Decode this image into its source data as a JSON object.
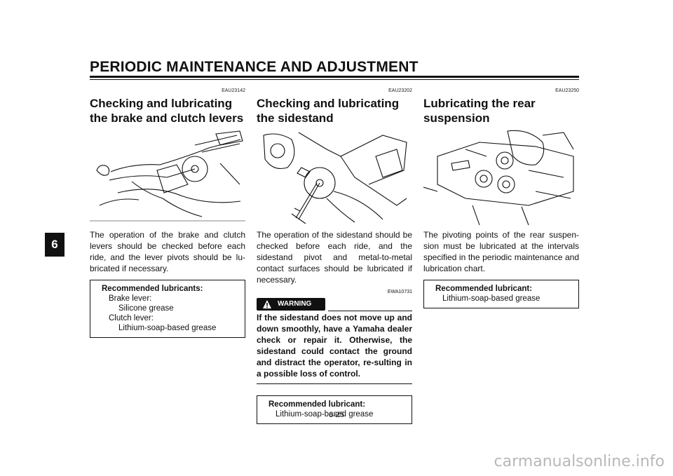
{
  "header": {
    "title": "PERIODIC MAINTENANCE AND ADJUSTMENT"
  },
  "chapter_tab": "6",
  "page_number": "6-25",
  "watermark": "carmanualsonline.info",
  "sections": [
    {
      "code": "EAU23142",
      "title": "Checking and lubricating the brake and clutch levers",
      "body": "The operation of the brake and clutch levers should be checked before each ride, and the lever pivots should be lu-bricated if necessary.",
      "lube_box": {
        "title": "Recommended lubricants:",
        "items": [
          "Brake lever:",
          "Silicone grease",
          "Clutch lever:",
          "Lithium-soap-based grease"
        ]
      }
    },
    {
      "code": "EAU23202",
      "title": "Checking and lubricating the sidestand",
      "body": "The operation of the sidestand should be checked before each ride, and the sidestand pivot and metal-to-metal contact surfaces should be lubricated if necessary.",
      "warning": {
        "code": "EWA10731",
        "label": "WARNING",
        "text": "If the sidestand does not move up and down smoothly, have a Yamaha dealer check or repair it. Otherwise, the sidestand could contact the ground and distract the operator, re-sulting in a possible loss of control."
      },
      "lube_box": {
        "title": "Recommended lubricant:",
        "items": [
          "Lithium-soap-based grease"
        ]
      }
    },
    {
      "code": "EAU23250",
      "title": "Lubricating the rear suspension",
      "body": "The pivoting points of the rear suspen-sion must be lubricated at the intervals specified in the periodic maintenance and lubrication chart.",
      "lube_box": {
        "title": "Recommended lubricant:",
        "items": [
          "Lithium-soap-based grease"
        ]
      }
    }
  ]
}
